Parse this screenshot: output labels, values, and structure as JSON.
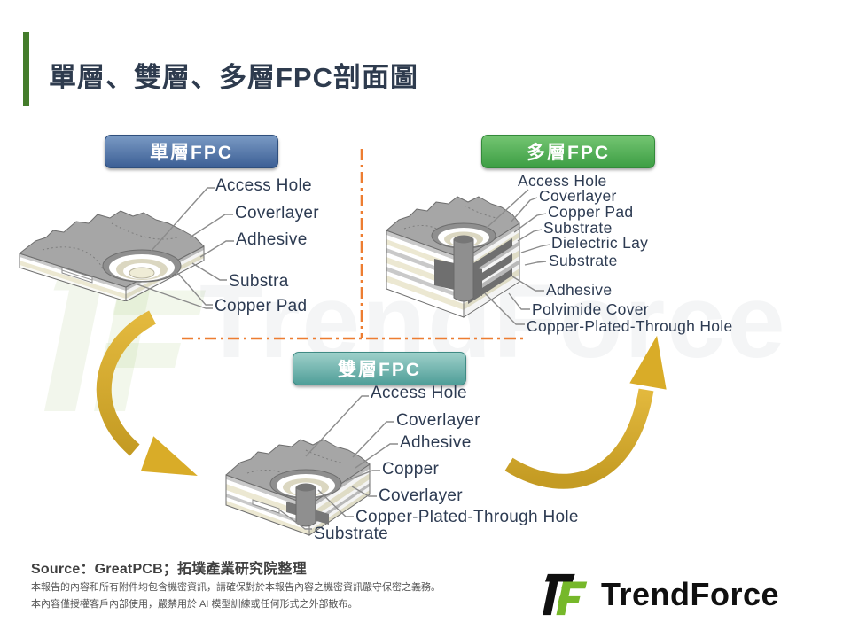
{
  "slide": {
    "title": "單層、雙層、多層FPC剖面圖",
    "source_line": "Source：GreatPCB；拓墣產業研究院整理",
    "footer_line1": "本報告的內容和所有附件均包含機密資訊，請確保對於本報告內容之機密資訊嚴守保密之義務。",
    "footer_line2": "本內容僅授權客戶內部使用，嚴禁用於 AI 模型訓練或任何形式之外部散布。",
    "watermark_text": "TrendForce",
    "logo_text": "TrendForce"
  },
  "sections": {
    "single": {
      "badge": "單層FPC",
      "labels": [
        "Access Hole",
        "Coverlayer",
        "Adhesive",
        "Substra",
        "Copper Pad"
      ]
    },
    "double": {
      "badge": "雙層FPC",
      "labels": [
        "Access Hole",
        "Coverlayer",
        "Adhesive",
        "Copper",
        "Coverlayer",
        "Copper-Plated-Through Hole",
        "Substrate"
      ]
    },
    "multi": {
      "badge": "多層FPC",
      "labels": [
        "Access Hole",
        "Coverlayer",
        "Copper Pad",
        "Substrate",
        "Dielectric Lay",
        "Substrate",
        "Adhesive",
        "Polvimide Cover",
        "Copper-Plated-Through Hole"
      ]
    }
  },
  "colors": {
    "accent_green_bar": "#447c2b",
    "title_text": "#2e3b4e",
    "badge_single_blue": "#3c5f95",
    "badge_multi_green": "#3d9e44",
    "badge_double_teal": "#4f9e98",
    "arrow_gold": "#d2a52c",
    "divider_orange": "#ed7d31",
    "label_text": "#2d3b52"
  }
}
